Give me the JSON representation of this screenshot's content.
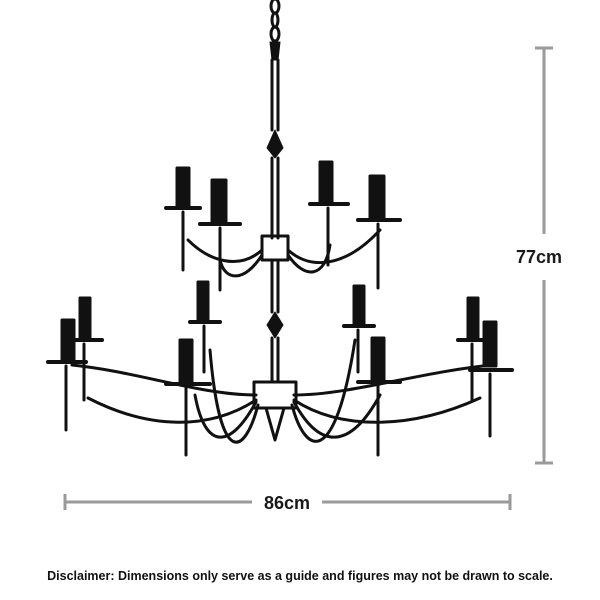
{
  "dimensions": {
    "height_label": "77cm",
    "width_label": "86cm"
  },
  "disclaimer": "Disclaimer: Dimensions only serve as a guide and figures may not be drawn to scale.",
  "colors": {
    "line_art": "#111111",
    "dimension_line": "#9a9a9a"
  }
}
